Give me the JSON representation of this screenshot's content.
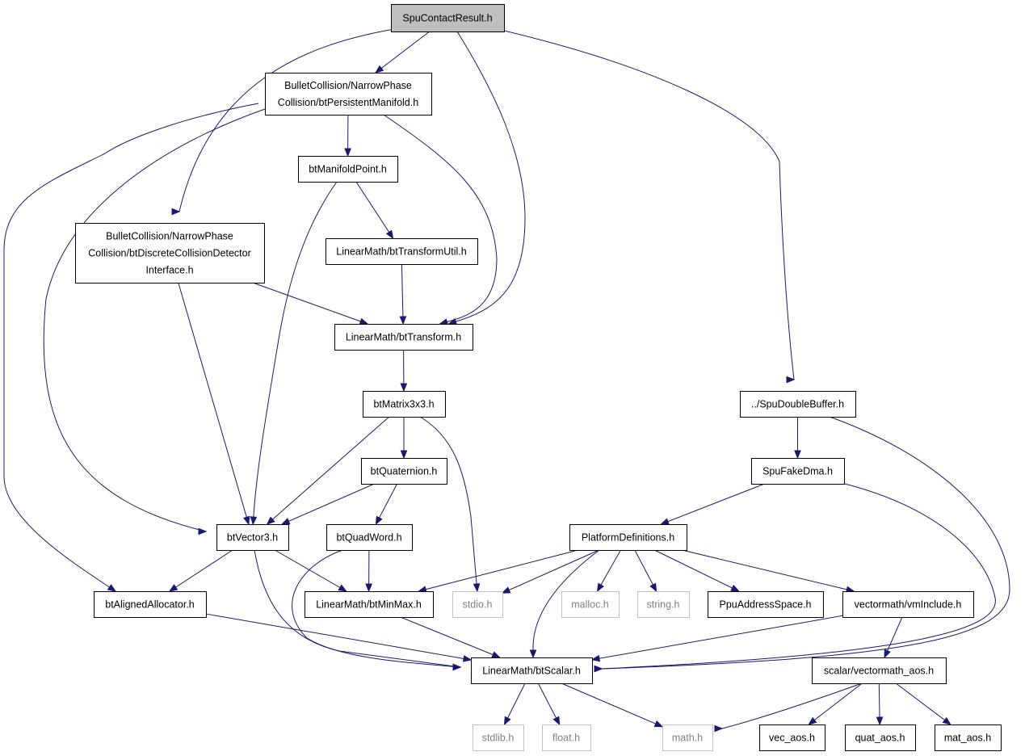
{
  "diagram": {
    "type": "include-dependency-graph",
    "colors": {
      "edge": "#191970",
      "root_fill": "#bfbfbf",
      "node_border": "#000000",
      "missing_border": "#bfbfbf",
      "missing_text": "#7f7f7f"
    },
    "nodes": [
      {
        "id": "root",
        "lines": [
          "SpuContactResult.h"
        ],
        "kind": "root"
      },
      {
        "id": "persistent",
        "lines": [
          "BulletCollision/NarrowPhase",
          "Collision/btPersistentManifold.h"
        ],
        "kind": "file"
      },
      {
        "id": "discrete",
        "lines": [
          "BulletCollision/NarrowPhase",
          "Collision/btDiscreteCollisionDetector",
          "Interface.h"
        ],
        "kind": "file"
      },
      {
        "id": "manifoldpoint",
        "lines": [
          "btManifoldPoint.h"
        ],
        "kind": "file"
      },
      {
        "id": "transformutil",
        "lines": [
          "LinearMath/btTransformUtil.h"
        ],
        "kind": "file"
      },
      {
        "id": "transform",
        "lines": [
          "LinearMath/btTransform.h"
        ],
        "kind": "file"
      },
      {
        "id": "matrix",
        "lines": [
          "btMatrix3x3.h"
        ],
        "kind": "file"
      },
      {
        "id": "quaternion",
        "lines": [
          "btQuaternion.h"
        ],
        "kind": "file"
      },
      {
        "id": "vector3",
        "lines": [
          "btVector3.h"
        ],
        "kind": "file"
      },
      {
        "id": "quadword",
        "lines": [
          "btQuadWord.h"
        ],
        "kind": "file"
      },
      {
        "id": "aligned",
        "lines": [
          "btAlignedAllocator.h"
        ],
        "kind": "file"
      },
      {
        "id": "minmax",
        "lines": [
          "LinearMath/btMinMax.h"
        ],
        "kind": "file"
      },
      {
        "id": "stdio",
        "lines": [
          "stdio.h"
        ],
        "kind": "missing"
      },
      {
        "id": "scalar",
        "lines": [
          "LinearMath/btScalar.h"
        ],
        "kind": "file"
      },
      {
        "id": "stdlib",
        "lines": [
          "stdlib.h"
        ],
        "kind": "missing"
      },
      {
        "id": "float",
        "lines": [
          "float.h"
        ],
        "kind": "missing"
      },
      {
        "id": "math",
        "lines": [
          "math.h"
        ],
        "kind": "missing"
      },
      {
        "id": "doublebuffer",
        "lines": [
          "../SpuDoubleBuffer.h"
        ],
        "kind": "file"
      },
      {
        "id": "fakedma",
        "lines": [
          "SpuFakeDma.h"
        ],
        "kind": "file"
      },
      {
        "id": "platform",
        "lines": [
          "PlatformDefinitions.h"
        ],
        "kind": "file"
      },
      {
        "id": "malloc",
        "lines": [
          "malloc.h"
        ],
        "kind": "missing"
      },
      {
        "id": "string",
        "lines": [
          "string.h"
        ],
        "kind": "missing"
      },
      {
        "id": "ppu",
        "lines": [
          "PpuAddressSpace.h"
        ],
        "kind": "file"
      },
      {
        "id": "vminclude",
        "lines": [
          "vectormath/vmInclude.h"
        ],
        "kind": "file"
      },
      {
        "id": "vectormathaos",
        "lines": [
          "scalar/vectormath_aos.h"
        ],
        "kind": "file"
      },
      {
        "id": "vecaos",
        "lines": [
          "vec_aos.h"
        ],
        "kind": "file"
      },
      {
        "id": "quataos",
        "lines": [
          "quat_aos.h"
        ],
        "kind": "file"
      },
      {
        "id": "mataos",
        "lines": [
          "mat_aos.h"
        ],
        "kind": "file"
      }
    ],
    "edges": [
      {
        "from": "root",
        "to": "persistent"
      },
      {
        "from": "root",
        "to": "discrete"
      },
      {
        "from": "root",
        "to": "transform"
      },
      {
        "from": "root",
        "to": "doublebuffer"
      },
      {
        "from": "persistent",
        "to": "manifoldpoint"
      },
      {
        "from": "persistent",
        "to": "transform"
      },
      {
        "from": "persistent",
        "to": "vector3"
      },
      {
        "from": "persistent",
        "to": "aligned"
      },
      {
        "from": "manifoldpoint",
        "to": "transformutil"
      },
      {
        "from": "manifoldpoint",
        "to": "vector3"
      },
      {
        "from": "discrete",
        "to": "transform"
      },
      {
        "from": "discrete",
        "to": "vector3"
      },
      {
        "from": "transformutil",
        "to": "transform"
      },
      {
        "from": "transform",
        "to": "matrix"
      },
      {
        "from": "matrix",
        "to": "quaternion"
      },
      {
        "from": "matrix",
        "to": "vector3"
      },
      {
        "from": "matrix",
        "to": "stdio"
      },
      {
        "from": "quaternion",
        "to": "vector3"
      },
      {
        "from": "quaternion",
        "to": "quadword"
      },
      {
        "from": "vector3",
        "to": "aligned"
      },
      {
        "from": "vector3",
        "to": "minmax"
      },
      {
        "from": "vector3",
        "to": "scalar"
      },
      {
        "from": "quadword",
        "to": "minmax"
      },
      {
        "from": "quadword",
        "to": "scalar"
      },
      {
        "from": "aligned",
        "to": "scalar"
      },
      {
        "from": "minmax",
        "to": "scalar"
      },
      {
        "from": "scalar",
        "to": "stdlib"
      },
      {
        "from": "scalar",
        "to": "float"
      },
      {
        "from": "scalar",
        "to": "math"
      },
      {
        "from": "doublebuffer",
        "to": "fakedma"
      },
      {
        "from": "doublebuffer",
        "to": "scalar"
      },
      {
        "from": "fakedma",
        "to": "platform"
      },
      {
        "from": "fakedma",
        "to": "scalar"
      },
      {
        "from": "platform",
        "to": "minmax"
      },
      {
        "from": "platform",
        "to": "stdio"
      },
      {
        "from": "platform",
        "to": "scalar"
      },
      {
        "from": "platform",
        "to": "malloc"
      },
      {
        "from": "platform",
        "to": "string"
      },
      {
        "from": "platform",
        "to": "ppu"
      },
      {
        "from": "platform",
        "to": "vminclude"
      },
      {
        "from": "vminclude",
        "to": "scalar"
      },
      {
        "from": "vminclude",
        "to": "vectormathaos"
      },
      {
        "from": "vectormathaos",
        "to": "math"
      },
      {
        "from": "vectormathaos",
        "to": "vecaos"
      },
      {
        "from": "vectormathaos",
        "to": "quataos"
      },
      {
        "from": "vectormathaos",
        "to": "mataos"
      }
    ]
  }
}
